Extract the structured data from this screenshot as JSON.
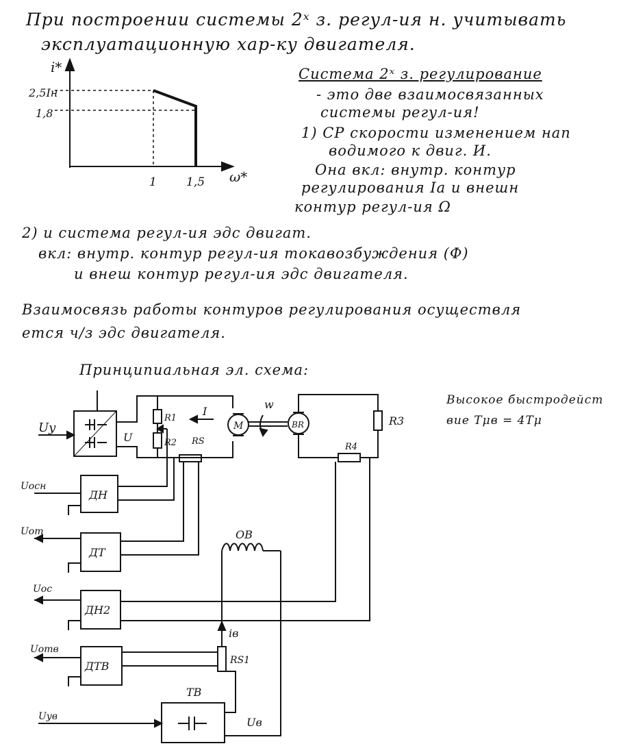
{
  "notes": {
    "line1": "При построении системы 2ˣ з. регул-ия н. учитывать",
    "line2": "эксплуатационную хар-ку двигателя.",
    "system_title": "Система 2ˣ з. регулирование",
    "system_line2": "- это две взаимосвязанных",
    "system_line3": "системы регул-ия!",
    "item1_line1": "1) СР скорости изменением нап",
    "item1_line2": "водимого к двиг. И.",
    "item1_line3": "Она вкл: внутр. контур",
    "item1_line4": "регулирования Ia и внешн",
    "item1_line5": "контур регул-ия Ω",
    "item2_line1": "2) и система регул-ия эдс двигат.",
    "item2_line2": "вкл: внутр. контур регул-ия токавозбуждения (Ф)",
    "item2_line3": "и внеш контур регул-ия эдс двигателя.",
    "link_line1": "Взаимосвязь работы контуров регулирования осуществля",
    "link_line2": "ется ч/з эдс двигателя.",
    "schema_title": "Принципиальная эл. схема:",
    "speed_note_line1": "Высокое быстродейст",
    "speed_note_line2": "вие  Tμв = 4Tμ"
  },
  "graph": {
    "y_axis_label": "i*",
    "x_axis_label": "ω*",
    "y_tick_1": "2,5Iн",
    "y_tick_2": "1,8",
    "x_tick_1": "1",
    "x_tick_2": "1,5"
  },
  "circuit": {
    "uy_label": "Uу",
    "u_label": "U",
    "r1_label": "R1",
    "r2_label": "R2",
    "rs_label": "RS",
    "current_label": "I",
    "motor_label": "M",
    "omega_label": "w",
    "tachogen_label": "BR",
    "r3_label": "R3",
    "r4_label": "R4",
    "dn_label": "ДН",
    "uosn_label": "Uосн",
    "dt_label": "ДТ",
    "uot_label": "Uот",
    "ov_label": "ОВ",
    "dn2_label": "ДН2",
    "uos_label": "Uос",
    "ib_label": "iв",
    "rs1_label": "RS1",
    "dtv_label": "ДТВ",
    "uotv_label": "Uотв",
    "tv_label": "ТВ",
    "uuv_label": "Uув",
    "uv_label": "Uв"
  }
}
